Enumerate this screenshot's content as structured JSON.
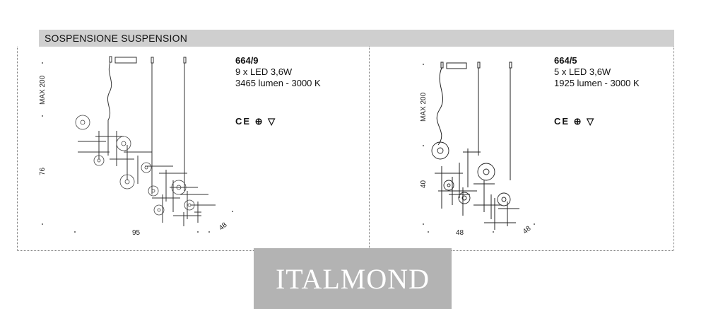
{
  "header": {
    "title_bold": "SOSPENSIONE",
    "title_rest": " SUSPENSION"
  },
  "products": [
    {
      "code": "664/9",
      "led": "9 x LED 3,6W",
      "lumen": "3465 lumen - 3000 K",
      "marks": "CE ⊕ ▽",
      "dims": {
        "max_height": "MAX 200",
        "height": "76",
        "width": "95",
        "depth": "48"
      }
    },
    {
      "code": "664/5",
      "led": "5 x LED 3,6W",
      "lumen": "1925 lumen - 3000 K",
      "marks": "CE ⊕ ▽",
      "dims": {
        "max_height": "MAX 200",
        "height": "40",
        "width": "48",
        "depth": "48"
      }
    }
  ],
  "watermark": {
    "text": "ITALMOND"
  }
}
